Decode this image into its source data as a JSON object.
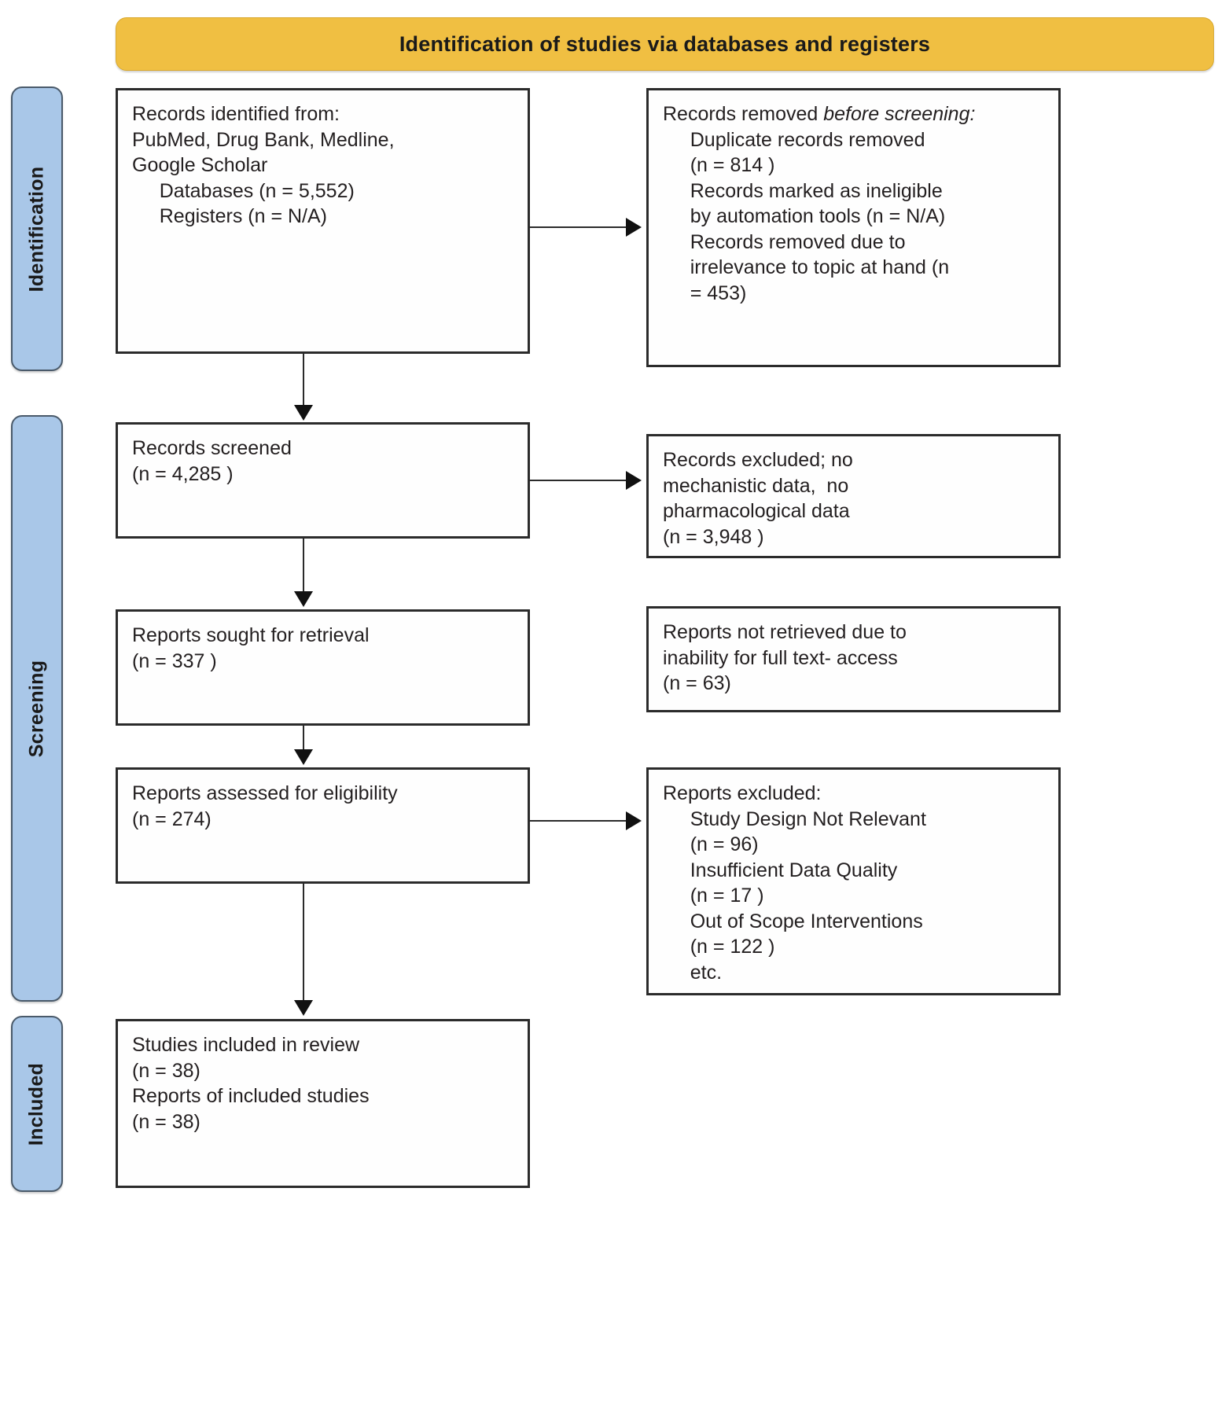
{
  "banner": {
    "title": "Identification of studies via databases and registers"
  },
  "stages": [
    {
      "key": "identification",
      "label": "Identification"
    },
    {
      "key": "screening",
      "label": "Screening"
    },
    {
      "key": "included",
      "label": "Included"
    }
  ],
  "boxes": {
    "identified": {
      "name": "records-identified",
      "line1": "Records identified from:",
      "line2": "PubMed, Drug Bank, Medline,",
      "line3": "Google Scholar",
      "line4": "     Databases (n = 5,552)",
      "line5": "     Registers (n = N/A)",
      "text": "Records identified from:\nPubMed, Drug Bank, Medline,\nGoogle Scholar\n     Databases (n = 5,552)\n     Registers (n = N/A)"
    },
    "removed_before": {
      "name": "records-removed-before-screening",
      "heading_plain": "Records removed ",
      "heading_italic": "before screening",
      "heading_colon": ":",
      "body": "\n     Duplicate records removed\n     (n = 814 )\n     Records marked as ineligible\n     by automation tools (n = N/A)\n     Records removed due to\n     irrelevance to topic at hand (n\n     = 453)"
    },
    "screened": {
      "name": "records-screened",
      "text": "Records screened\n(n = 4,285 )"
    },
    "records_excluded": {
      "name": "records-excluded",
      "text": "Records excluded; no\nmechanistic data,  no\npharmacological data\n(n = 3,948 )"
    },
    "sought": {
      "name": "reports-sought-for-retrieval",
      "text": "Reports sought for retrieval\n(n = 337 )"
    },
    "not_retrieved": {
      "name": "reports-not-retrieved",
      "text": "Reports not retrieved due to\ninability for full text- access\n(n = 63)"
    },
    "assessed": {
      "name": "reports-assessed-for-eligibility",
      "text": "Reports assessed for eligibility\n(n = 274)"
    },
    "reports_excluded": {
      "name": "reports-excluded",
      "text": "Reports excluded:\n     Study Design Not Relevant\n     (n = 96)\n     Insufficient Data Quality\n     (n = 17 )\n     Out of Scope Interventions\n     (n = 122 )\n     etc."
    },
    "included": {
      "name": "studies-included-in-review",
      "text": "Studies included in review\n(n = 38)\nReports of included studies\n(n = 38)"
    }
  },
  "chart_data": {
    "type": "diagram",
    "title": "Identification of studies via databases and registers",
    "nodes": [
      {
        "id": "identified",
        "stage": "Identification",
        "column": "left",
        "label": "Records identified from: PubMed, Drug Bank, Medline, Google Scholar",
        "databases_n": 5552,
        "registers_n": "N/A"
      },
      {
        "id": "removed_before",
        "stage": "Identification",
        "column": "right",
        "label": "Records removed before screening",
        "duplicate_records_removed_n": 814,
        "marked_ineligible_by_automation_tools_n": "N/A",
        "removed_due_to_irrelevance_n": 453
      },
      {
        "id": "screened",
        "stage": "Screening",
        "column": "left",
        "label": "Records screened",
        "n": 4285
      },
      {
        "id": "records_excluded",
        "stage": "Screening",
        "column": "right",
        "label": "Records excluded; no mechanistic data, no pharmacological data",
        "n": 3948
      },
      {
        "id": "sought",
        "stage": "Screening",
        "column": "left",
        "label": "Reports sought for retrieval",
        "n": 337
      },
      {
        "id": "not_retrieved",
        "stage": "Screening",
        "column": "right",
        "label": "Reports not retrieved due to inability for full text- access",
        "n": 63
      },
      {
        "id": "assessed",
        "stage": "Screening",
        "column": "left",
        "label": "Reports assessed for eligibility",
        "n": 274
      },
      {
        "id": "reports_excluded",
        "stage": "Screening",
        "column": "right",
        "label": "Reports excluded",
        "study_design_not_relevant_n": 96,
        "insufficient_data_quality_n": 17,
        "out_of_scope_interventions_n": 122,
        "other": "etc."
      },
      {
        "id": "included",
        "stage": "Included",
        "column": "left",
        "label": "Studies included in review / Reports of included studies",
        "studies_n": 38,
        "reports_n": 38
      }
    ],
    "edges": [
      {
        "from": "identified",
        "to": "removed_before",
        "direction": "right"
      },
      {
        "from": "identified",
        "to": "screened",
        "direction": "down"
      },
      {
        "from": "screened",
        "to": "records_excluded",
        "direction": "right"
      },
      {
        "from": "screened",
        "to": "sought",
        "direction": "down"
      },
      {
        "from": "sought",
        "to": "assessed",
        "direction": "down"
      },
      {
        "from": "assessed",
        "to": "reports_excluded",
        "direction": "right"
      },
      {
        "from": "assessed",
        "to": "included",
        "direction": "down"
      }
    ],
    "colors": {
      "banner": "#f0bf42",
      "stage_label": "#a9c7e8",
      "box_border": "#2b2b2b",
      "box_fill": "#fefefe"
    }
  }
}
